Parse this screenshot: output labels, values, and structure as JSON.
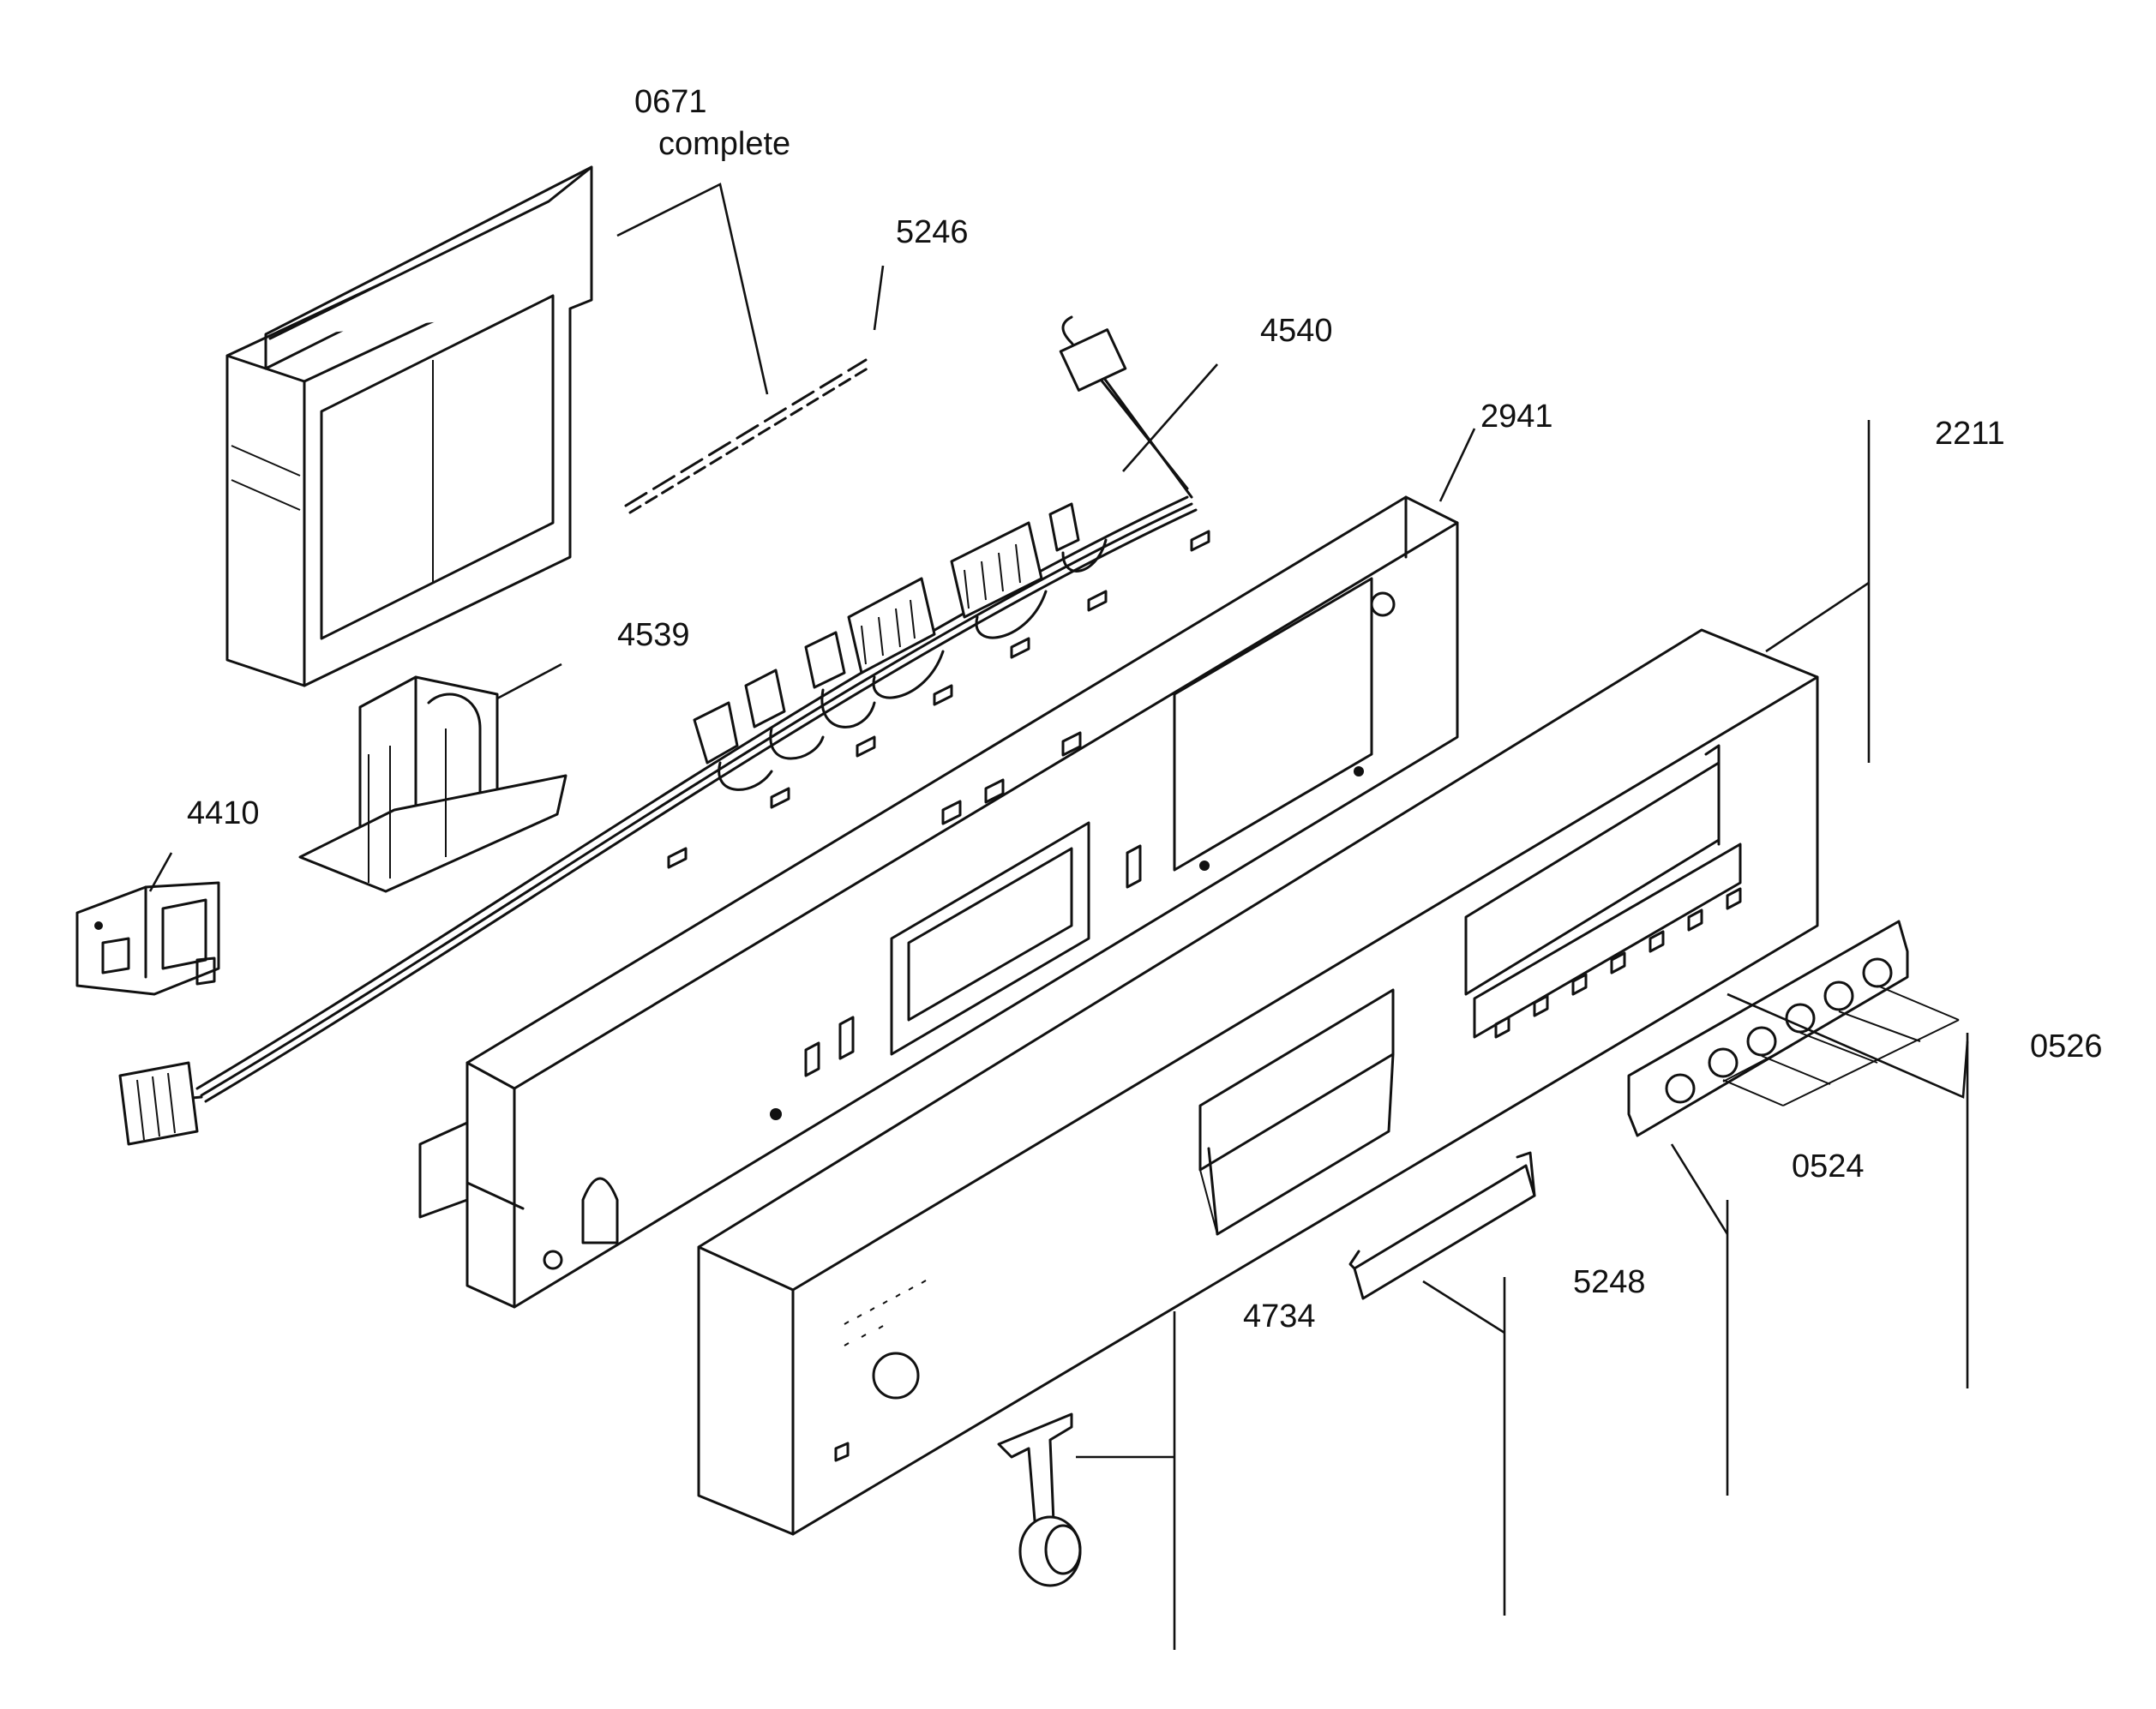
{
  "labels": {
    "0671": "0671",
    "complete": "complete",
    "5246": "5246",
    "4540": "4540",
    "2941": "2941",
    "2211": "2211",
    "4539": "4539",
    "4410": "4410",
    "0526": "0526",
    "0524": "0524",
    "5248": "5248",
    "4734": "4734"
  }
}
